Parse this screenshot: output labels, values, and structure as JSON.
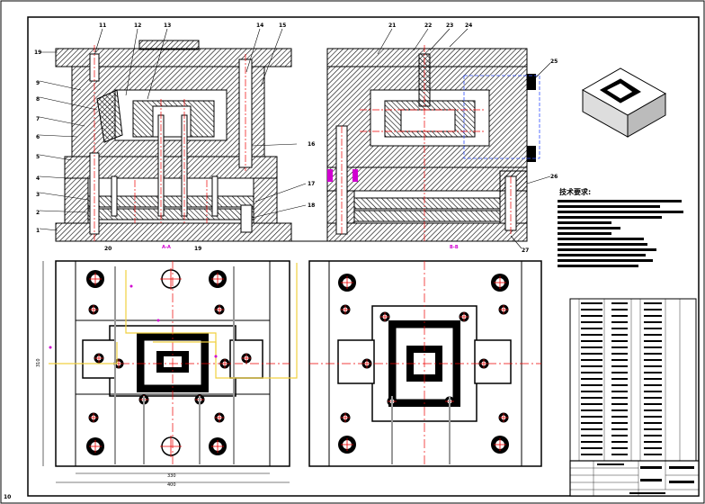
{
  "drawing": {
    "part_labels_left": [
      "19",
      "9",
      "8",
      "7",
      "6",
      "5",
      "4",
      "3",
      "2",
      "1"
    ],
    "part_labels_top_left": [
      "11",
      "12",
      "13",
      "14",
      "15"
    ],
    "part_labels_right_left_view": [
      "16",
      "17",
      "18"
    ],
    "part_labels_bottom_left_view": [
      "20",
      "19"
    ],
    "part_labels_top_right": [
      "21",
      "22",
      "23",
      "24"
    ],
    "part_labels_right_view": [
      "25",
      "26",
      "27"
    ],
    "section_label_left": "A-A",
    "section_label_right": "B-B",
    "dim_width": "400",
    "dim_inner": "330",
    "dim_height": "310",
    "frame_corner_label": "10",
    "tech_req_title": "技术要求:",
    "colors": {
      "line": "#000000",
      "centerline": "#ff0000",
      "hidden_blue": "#3050ff",
      "yellow": "#f0d040",
      "magenta": "#d000d0",
      "hatch": "#000000"
    }
  }
}
